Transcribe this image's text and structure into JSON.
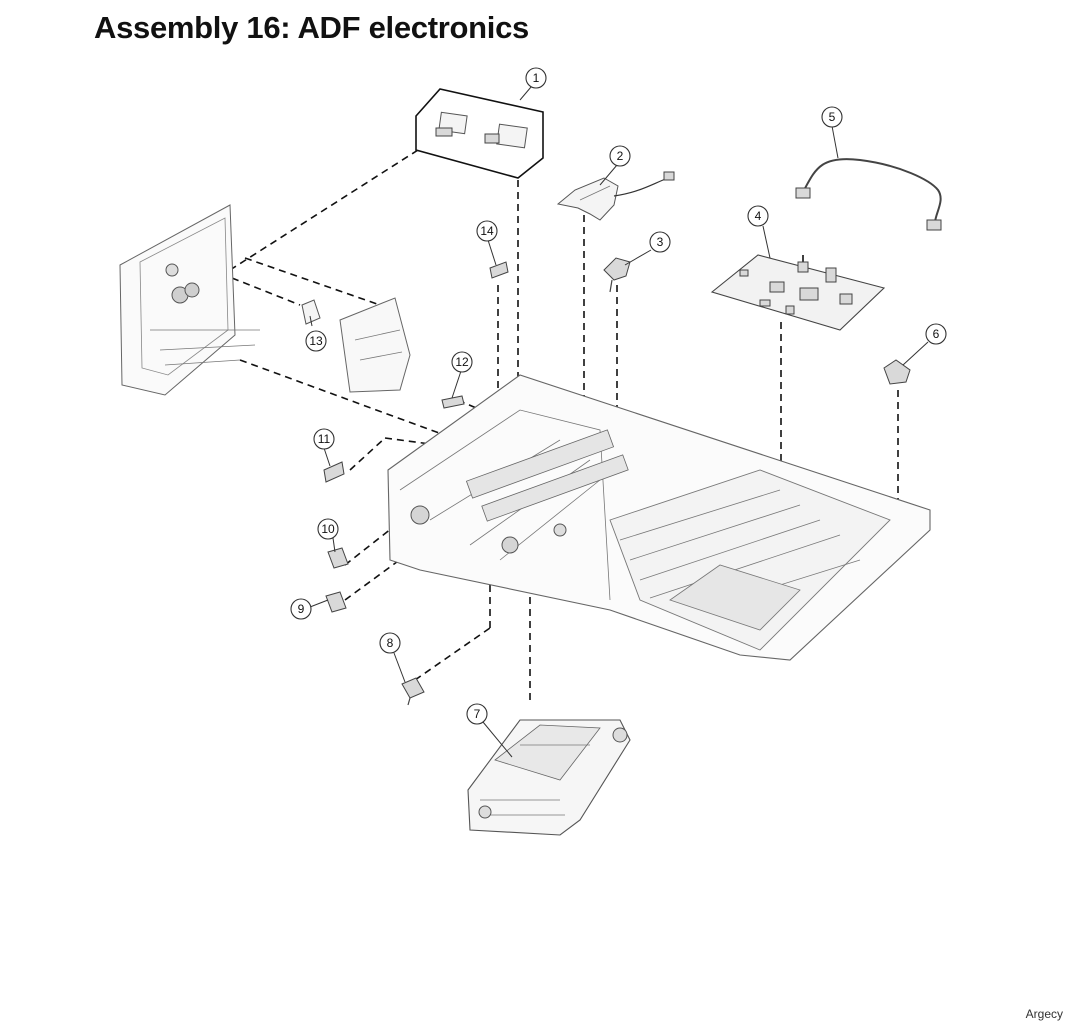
{
  "title": "Assembly 16: ADF electronics",
  "watermark": "Argecy",
  "callouts": [
    "1",
    "2",
    "3",
    "4",
    "5",
    "6",
    "7",
    "8",
    "9",
    "10",
    "11",
    "12",
    "13",
    "14"
  ]
}
